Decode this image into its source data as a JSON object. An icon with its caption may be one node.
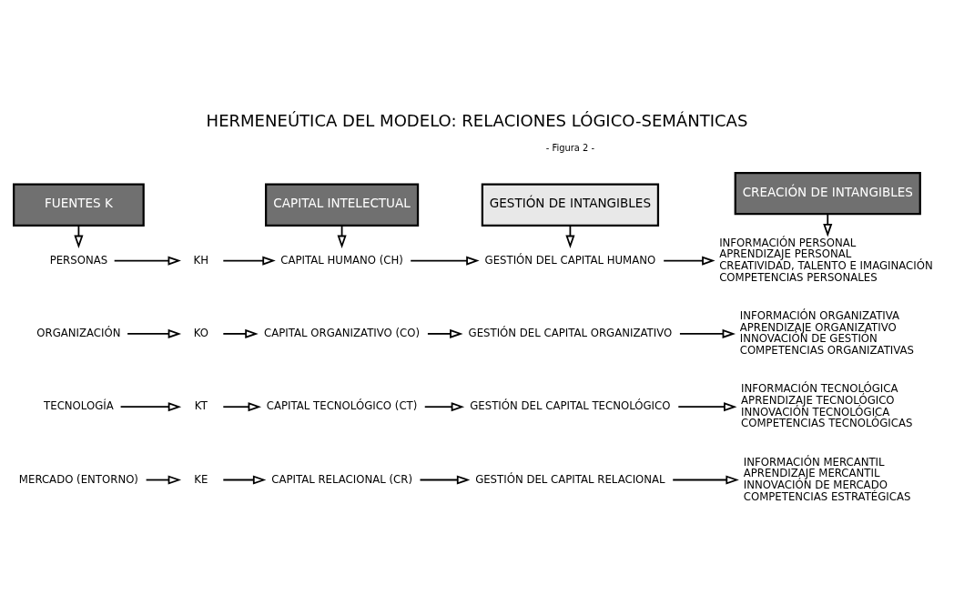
{
  "diagram": {
    "title": "HERMENEÚTICA DEL MODELO: RELACIONES LÓGICO-SEMÁNTICAS",
    "caption": "- Figura 2 -",
    "nodes": [
      {
        "text": [
          "FUENTES K"
        ]
      },
      {
        "text": [
          "CAPITAL INTELECTUAL"
        ]
      },
      {
        "text": [
          "GESTIÓN DE INTANGIBLES"
        ]
      },
      {
        "text": [
          "CREACIÓN DE INTANGIBLES"
        ]
      },
      {
        "text": [
          "PERSONAS"
        ]
      },
      {
        "text": [
          "KH"
        ]
      },
      {
        "text": [
          "CAPITAL HUMANO (CH)"
        ]
      },
      {
        "text": [
          "GESTIÓN DEL CAPITAL HUMANO"
        ]
      },
      {
        "text": [
          "INFORMACIÓN PERSONAL",
          "APRENDIZAJE PERSONAL",
          "CREATIVIDAD, TALENTO E IMAGINACIÓN",
          "COMPETENCIAS PERSONALES"
        ]
      },
      {
        "text": [
          "ORGANIZACIÓN"
        ]
      },
      {
        "text": [
          "KO"
        ]
      },
      {
        "text": [
          "CAPITAL ORGANIZATIVO (CO)"
        ]
      },
      {
        "text": [
          "GESTIÓN DEL CAPITAL ORGANIZATIVO"
        ]
      },
      {
        "text": [
          "INFORMACIÓN ORGANIZATIVA",
          "APRENDIZAJE ORGANIZATIVO",
          "INNOVACIÓN DE GESTIÓN",
          "COMPETENCIAS ORGANIZATIVAS"
        ]
      },
      {
        "text": [
          "TECNOLOGÍA"
        ]
      },
      {
        "text": [
          "KT"
        ]
      },
      {
        "text": [
          "CAPITAL TECNOLÓGICO (CT)"
        ]
      },
      {
        "text": [
          "GESTIÓN DEL CAPITAL TECNOLÓGICO"
        ]
      },
      {
        "text": [
          "INFORMACIÓN TECNOLÓGICA",
          "APRENDIZAJE TECNOLÓGICO",
          "INNOVACIÓN TECNOLÓGICA",
          "COMPETENCIAS TECNOLÓGICAS"
        ]
      },
      {
        "text": [
          "MERCADO (ENTORNO)"
        ]
      },
      {
        "text": [
          "KE"
        ]
      },
      {
        "text": [
          "CAPITAL RELACIONAL (CR)"
        ]
      },
      {
        "text": [
          "GESTIÓN DEL CAPITAL RELACIONAL"
        ]
      },
      {
        "text": [
          "INFORMACIÓN MERCANTIL",
          "APRENDIZAJE MERCANTIL",
          "INNOVACIÓN DE MERCADO",
          "COMPETENCIAS ESTRATÉGICAS"
        ]
      }
    ],
    "edges": [
      {
        "from": 0,
        "to": 4,
        "arrow": "to"
      },
      {
        "from": 1,
        "to": 6,
        "arrow": "to"
      },
      {
        "from": 2,
        "to": 7,
        "arrow": "to"
      },
      {
        "from": 3,
        "to": 8,
        "arrow": "to"
      },
      {
        "from": 4,
        "to": 5,
        "arrow": "to"
      },
      {
        "from": 5,
        "to": 6,
        "arrow": "to"
      },
      {
        "from": 6,
        "to": 7,
        "arrow": "to"
      },
      {
        "from": 7,
        "to": 8,
        "arrow": "to"
      },
      {
        "from": 9,
        "to": 10,
        "arrow": "to"
      },
      {
        "from": 10,
        "to": 11,
        "arrow": "to"
      },
      {
        "from": 11,
        "to": 12,
        "arrow": "to"
      },
      {
        "from": 12,
        "to": 13,
        "arrow": "to"
      },
      {
        "from": 14,
        "to": 15,
        "arrow": "to"
      },
      {
        "from": 15,
        "to": 16,
        "arrow": "to"
      },
      {
        "from": 16,
        "to": 17,
        "arrow": "to"
      },
      {
        "from": 17,
        "to": 18,
        "arrow": "to"
      },
      {
        "from": 19,
        "to": 20,
        "arrow": "to"
      },
      {
        "from": 20,
        "to": 21,
        "arrow": "to"
      },
      {
        "from": 21,
        "to": 22,
        "arrow": "to"
      },
      {
        "from": 22,
        "to": 23,
        "arrow": "to"
      }
    ]
  }
}
